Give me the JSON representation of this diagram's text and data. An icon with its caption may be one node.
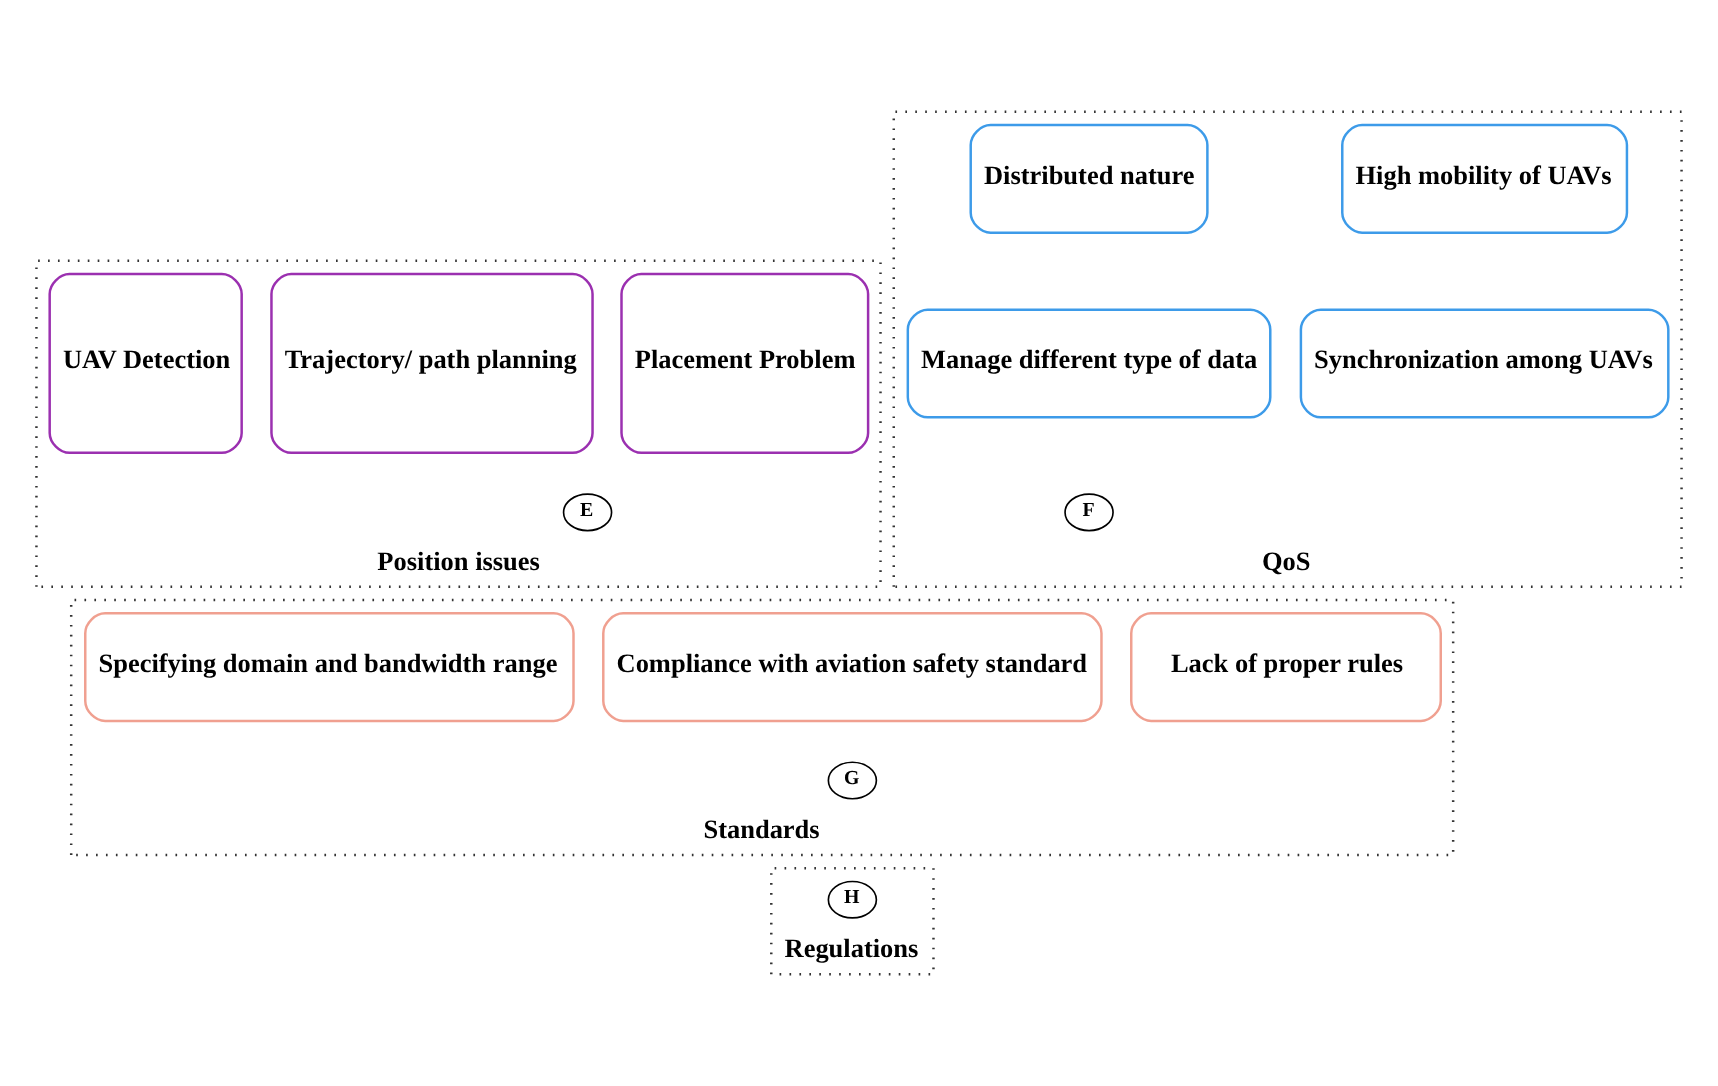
{
  "diagram": {
    "nodes": [
      {
        "text": [
          "Position issues"
        ]
      },
      {
        "text": [
          "Placement Problem"
        ],
        "in": 0
      },
      {
        "text": [
          "Trajectory/ path planning"
        ],
        "in": 0
      },
      {
        "text": [
          "UAV Detection"
        ],
        "in": 0
      },
      {
        "text": [
          "E"
        ],
        "in": 0
      },
      {
        "text": [
          "QoS"
        ]
      },
      {
        "text": [
          "High mobility of UAVs"
        ],
        "in": 5
      },
      {
        "text": [
          "Distributed nature"
        ],
        "in": 5
      },
      {
        "text": [
          "Synchronization among UAVs"
        ],
        "in": 5
      },
      {
        "text": [
          "Manage different type of data"
        ],
        "in": 5
      },
      {
        "text": [
          "F"
        ],
        "in": 5
      },
      {
        "text": [
          "Standards"
        ]
      },
      {
        "text": [
          "Lack of proper rules"
        ],
        "in": 11
      },
      {
        "text": [
          "Compliance with aviation safety standard"
        ],
        "in": 11
      },
      {
        "text": [
          "Specifying domain and bandwidth range"
        ],
        "in": 11
      },
      {
        "text": [
          "G"
        ],
        "in": 11
      },
      {
        "text": [
          "Regulations"
        ]
      },
      {
        "text": [
          "H"
        ],
        "in": 16
      }
    ],
    "edges": []
  }
}
